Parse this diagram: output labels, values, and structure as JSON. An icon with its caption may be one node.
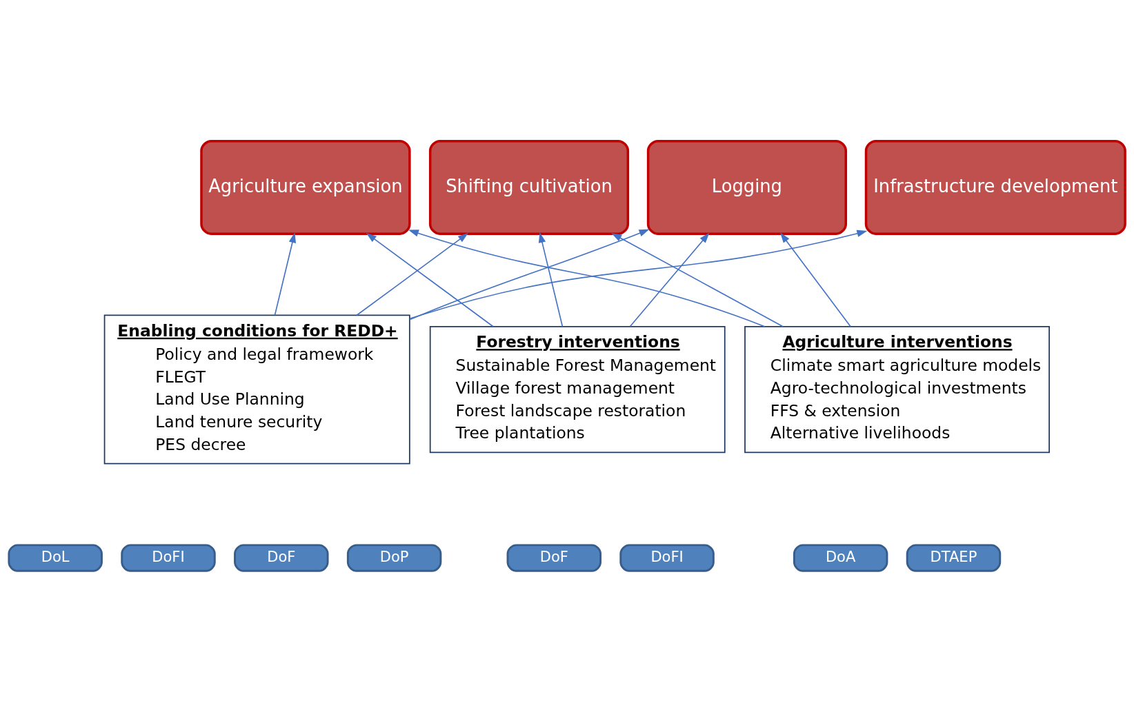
{
  "diagram": {
    "nodes": [
      {
        "text": [
          "Agriculture expansion"
        ]
      },
      {
        "text": [
          "Shifting cultivation"
        ]
      },
      {
        "text": [
          "Logging"
        ]
      },
      {
        "text": [
          "Infrastructure development"
        ]
      },
      {
        "text": [
          "Enabling conditions for REDD+",
          "Policy and legal framework",
          "FLEGT",
          "Land Use Planning",
          "Land tenure security",
          "PES decree"
        ]
      },
      {
        "text": [
          "Forestry interventions",
          "Sustainable Forest Management",
          "Village forest management",
          "Forest landscape restoration",
          "Tree plantations"
        ]
      },
      {
        "text": [
          "Agriculture interventions",
          "Climate smart agriculture models",
          "Agro-technological investments",
          "FFS & extension",
          "Alternative livelihoods"
        ]
      },
      {
        "text": [
          "DoL"
        ]
      },
      {
        "text": [
          "DoFI"
        ]
      },
      {
        "text": [
          "DoF"
        ]
      },
      {
        "text": [
          "DoP"
        ]
      },
      {
        "text": [
          "DoF"
        ]
      },
      {
        "text": [
          "DoFI"
        ]
      },
      {
        "text": [
          "DoA"
        ]
      },
      {
        "text": [
          "DTAEP"
        ]
      }
    ],
    "edges": [
      {
        "from": 4,
        "to": 0,
        "arrow": "to"
      },
      {
        "from": 4,
        "to": 1,
        "arrow": "to"
      },
      {
        "from": 4,
        "to": 2,
        "arrow": "to"
      },
      {
        "from": 4,
        "to": 3,
        "arrow": "to"
      },
      {
        "from": 5,
        "to": 0,
        "arrow": "to"
      },
      {
        "from": 5,
        "to": 1,
        "arrow": "to"
      },
      {
        "from": 5,
        "to": 2,
        "arrow": "to"
      },
      {
        "from": 6,
        "to": 0,
        "arrow": "to"
      },
      {
        "from": 6,
        "to": 1,
        "arrow": "to"
      },
      {
        "from": 6,
        "to": 2,
        "arrow": "to"
      }
    ]
  }
}
